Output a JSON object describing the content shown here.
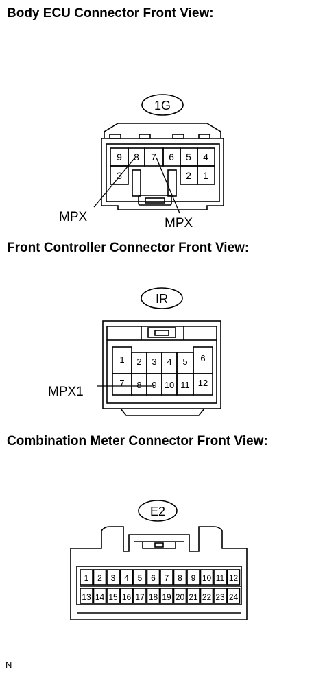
{
  "headings": {
    "body_ecu": "Body ECU Connector Front View:",
    "front_controller": "Front Controller Connector Front View:",
    "combination_meter": "Combination Meter Connector Front View:"
  },
  "connectors": {
    "body_ecu": {
      "code": "1G",
      "top_row": [
        "9",
        "8",
        "7",
        "6",
        "5",
        "4"
      ],
      "bottom_row": [
        "3",
        "2",
        "1"
      ],
      "callouts": [
        "MPX",
        "MPX"
      ]
    },
    "front_controller": {
      "code": "IR",
      "pins": [
        "1",
        "2",
        "3",
        "4",
        "5",
        "6",
        "7",
        "8",
        "9",
        "10",
        "11",
        "12"
      ],
      "callout": "MPX1"
    },
    "combination_meter": {
      "code": "E2",
      "top_row": [
        "1",
        "2",
        "3",
        "4",
        "5",
        "6",
        "7",
        "8",
        "9",
        "10",
        "11",
        "12"
      ],
      "bottom_row": [
        "13",
        "14",
        "15",
        "16",
        "17",
        "18",
        "19",
        "20",
        "21",
        "22",
        "23",
        "24"
      ]
    }
  },
  "figure_id": "N"
}
